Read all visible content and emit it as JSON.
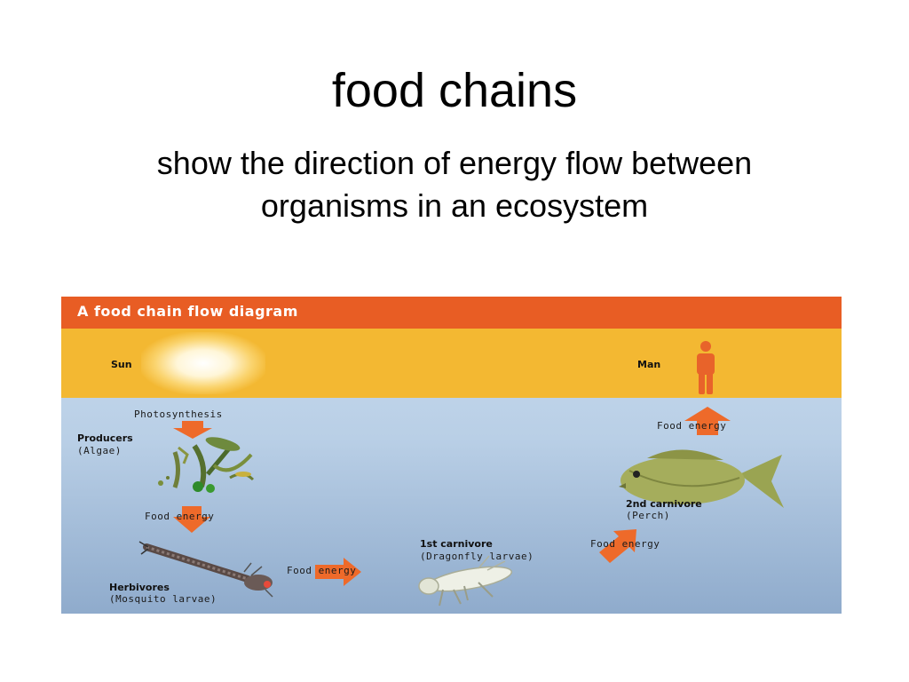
{
  "slide": {
    "title": "food chains",
    "subtitle": "show the direction of energy flow between organisms in an ecosystem"
  },
  "diagram": {
    "title": "A food chain flow diagram",
    "sun_label": "Sun",
    "man_label": "Man",
    "photosynthesis_label": "Photosynthesis",
    "producers": {
      "name": "Producers",
      "detail": "(Algae)"
    },
    "herbivores": {
      "name": "Herbivores",
      "detail": "(Mosquito larvae)"
    },
    "first_carnivore": {
      "name": "1st carnivore",
      "detail": "(Dragonfly larvae)"
    },
    "second_carnivore": {
      "name": "2nd carnivore",
      "detail": "(Perch)"
    },
    "food_energy_label": "Food energy",
    "colors": {
      "header": "#e85d24",
      "sky": "#f3b832",
      "water": "#b9cfe6",
      "arrow": "#ee6a2a",
      "man": "#e8632a"
    }
  }
}
